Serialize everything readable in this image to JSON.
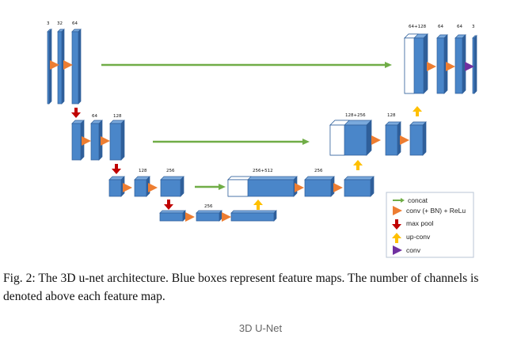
{
  "diagram": {
    "channels": {
      "enc1_in": "3",
      "enc1_a": "32",
      "enc1_b": "64",
      "enc2_a": "64",
      "enc2_b": "128",
      "enc3_a": "128",
      "enc3_b": "256",
      "bottom_a": "256",
      "dec3_concat": "256+512",
      "dec3_a": "256",
      "dec2_concat": "128+256",
      "dec2_a": "128",
      "dec1_concat": "64+128",
      "dec1_a": "64",
      "dec1_b": "64",
      "out": "3"
    },
    "legend": {
      "concat": "concat",
      "conv": "conv (+ BN) + ReLu",
      "max_pool": "max pool",
      "up_conv": "up-conv",
      "final_conv": "conv"
    },
    "colors": {
      "box_front": "#4a86c9",
      "box_top": "#7aa9dc",
      "box_side": "#2f5f9a",
      "concat_arrow": "#70ad47",
      "conv_arrow": "#ed7d31",
      "pool_arrow": "#c00000",
      "upconv_arrow": "#ffc000",
      "final_conv_arrow": "#7030a0"
    }
  },
  "caption": "Fig. 2: The 3D u-net architecture. Blue boxes represent feature maps. The number of channels is denoted above each feature map.",
  "subtitle": "3D U-Net"
}
